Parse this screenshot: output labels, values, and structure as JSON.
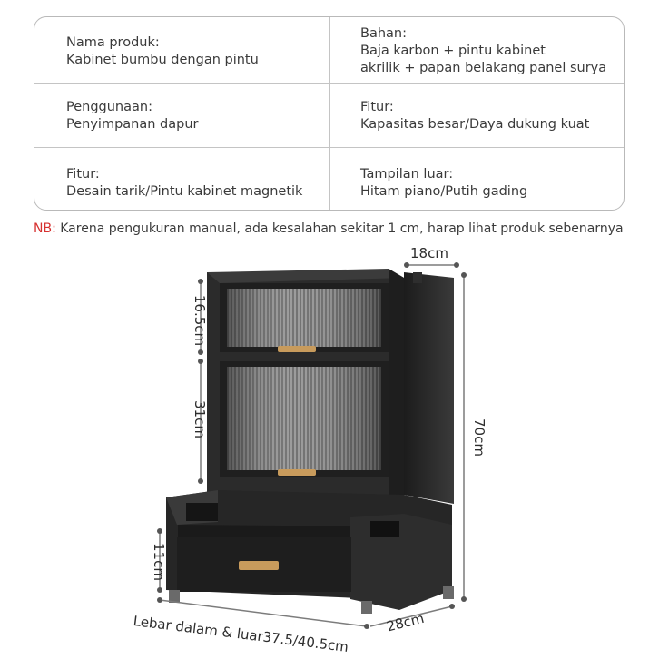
{
  "specs": [
    {
      "label": "Nama produk:",
      "value": [
        "Kabinet bumbu dengan pintu"
      ]
    },
    {
      "label": "Bahan:",
      "value": [
        "Baja karbon + pintu kabinet",
        "akrilik + papan belakang panel surya"
      ]
    },
    {
      "label": "Penggunaan:",
      "value": [
        "Penyimpanan dapur"
      ]
    },
    {
      "label": "Fitur:",
      "value": [
        "Kapasitas besar/Daya dukung kuat"
      ]
    },
    {
      "label": "Fitur:",
      "value": [
        "Desain tarik/Pintu kabinet magnetik"
      ]
    },
    {
      "label": "Tampilan luar:",
      "value": [
        "Hitam piano/Putih gading"
      ]
    }
  ],
  "note": {
    "prefix": "NB:",
    "text": " Karena pengukuran manual, ada kesalahan sekitar 1 cm, harap lihat produk sebenarnya"
  },
  "dimensions": {
    "depth_top": "18cm",
    "upper_shelf": "16.5cm",
    "lower_shelf": "31cm",
    "height": "70cm",
    "drawer": "11cm",
    "depth_bottom": "28cm",
    "width": "Lebar dalam & luar37.5/40.5cm"
  },
  "colors": {
    "frame": "#262626",
    "accent": "#d6302f",
    "handle": "#c89b5c"
  }
}
